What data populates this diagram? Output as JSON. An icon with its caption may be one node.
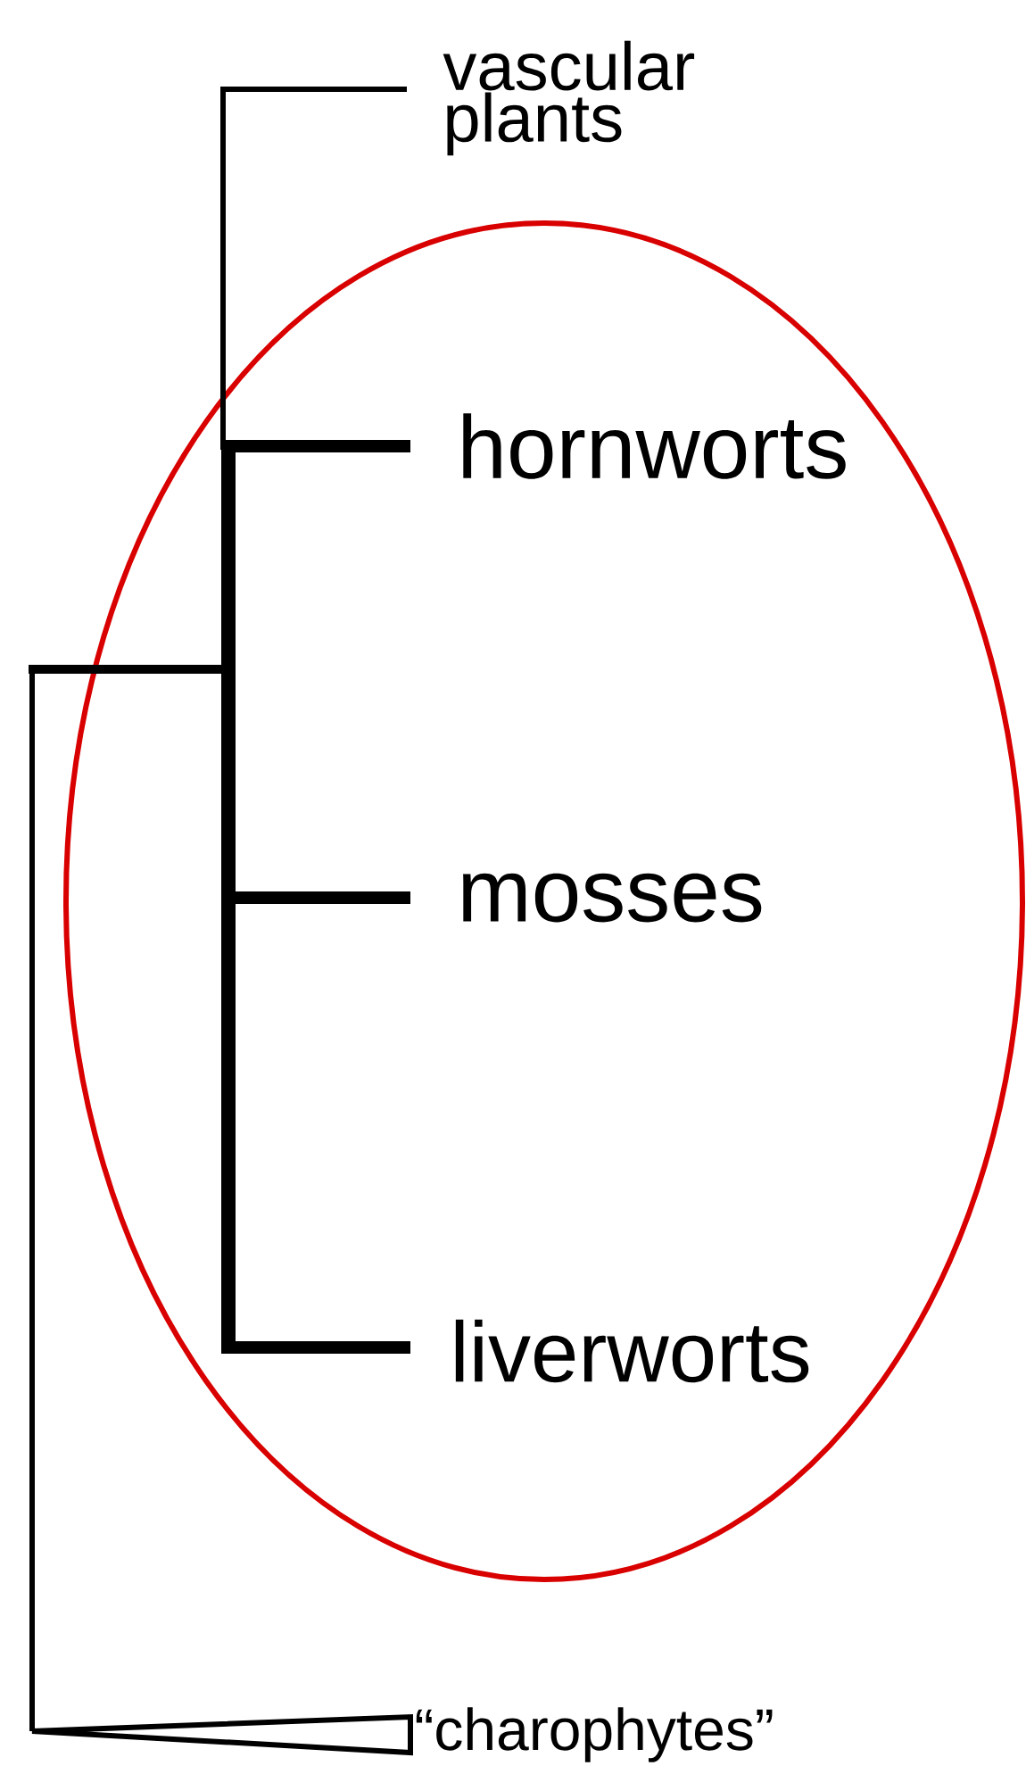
{
  "diagram": {
    "labels": [
      "vascular plants",
      "hornworts",
      "mosses",
      "liverworts",
      "“charophytes”"
    ]
  }
}
